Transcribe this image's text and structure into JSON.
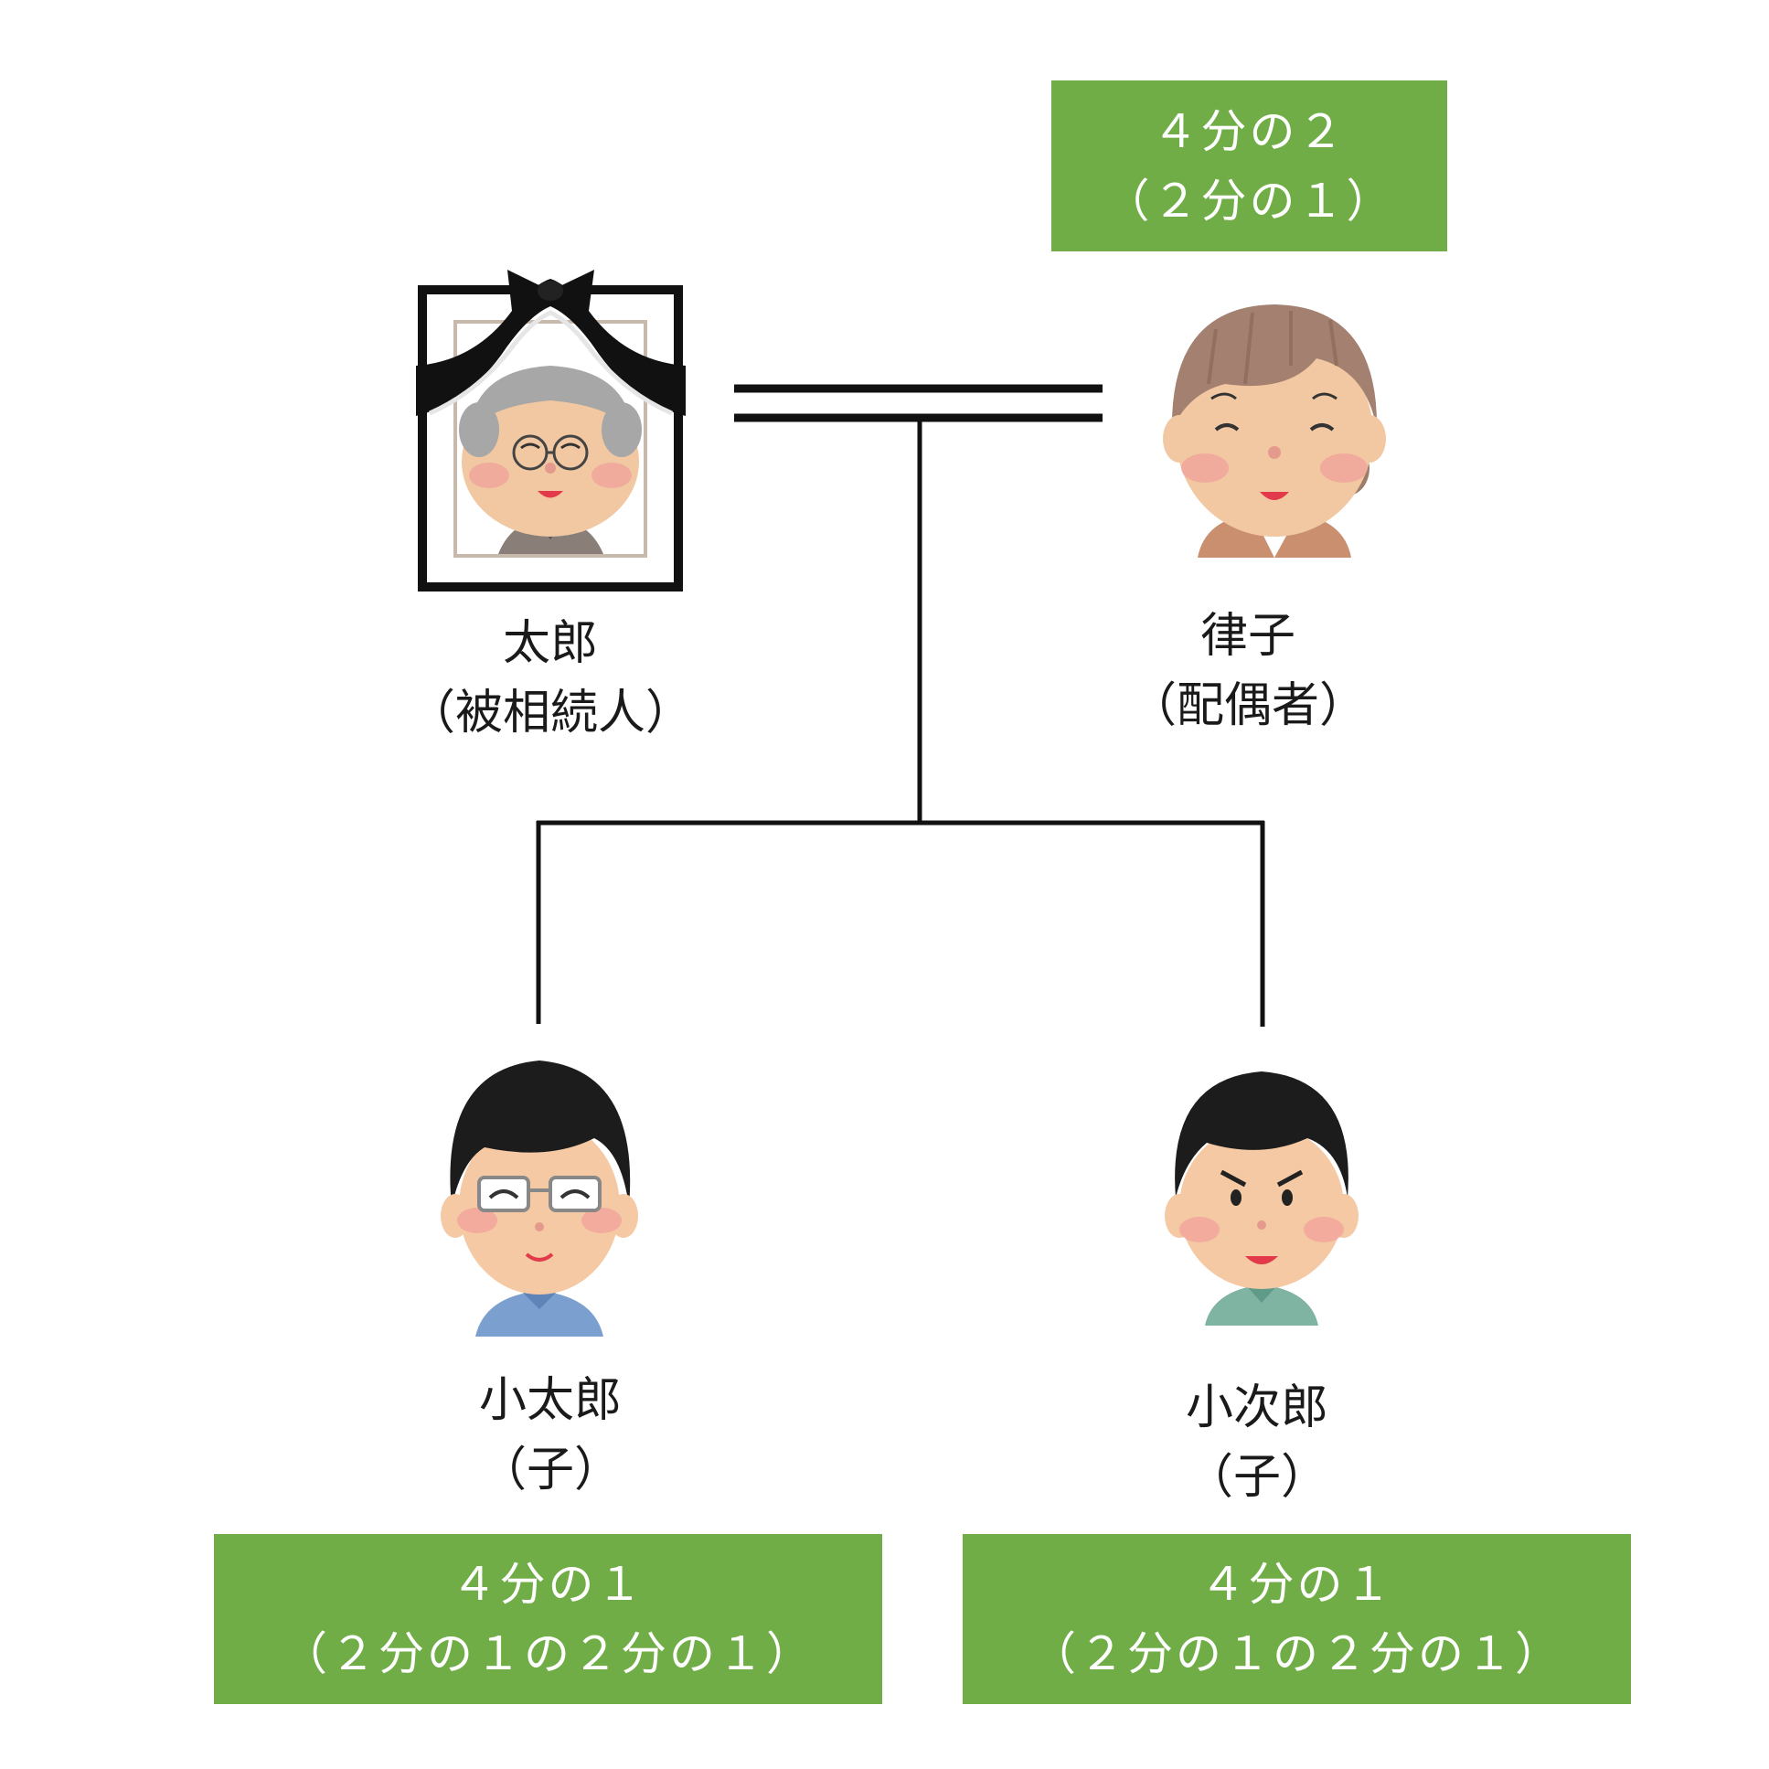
{
  "colors": {
    "share_box": "#70ad47",
    "share_text": "#ffffff",
    "line": "#111111",
    "label_text": "#1a1a1a"
  },
  "persons": {
    "deceased": {
      "name": "太郎",
      "role": "（被相続人）",
      "icon": "elderly-man-memorial-portrait"
    },
    "spouse": {
      "name": "律子",
      "role": "（配偶者）",
      "icon": "elderly-woman"
    },
    "child1": {
      "name": "小太郎",
      "role": "（子）",
      "icon": "young-man-glasses"
    },
    "child2": {
      "name": "小次郎",
      "role": "（子）",
      "icon": "young-man"
    }
  },
  "shares": {
    "spouse": {
      "line1": "４分の２",
      "line2": "（２分の１）"
    },
    "child1": {
      "line1": "４分の１",
      "line2": "（２分の１の２分の１）"
    },
    "child2": {
      "line1": "４分の１",
      "line2": "（２分の１の２分の１）"
    }
  }
}
